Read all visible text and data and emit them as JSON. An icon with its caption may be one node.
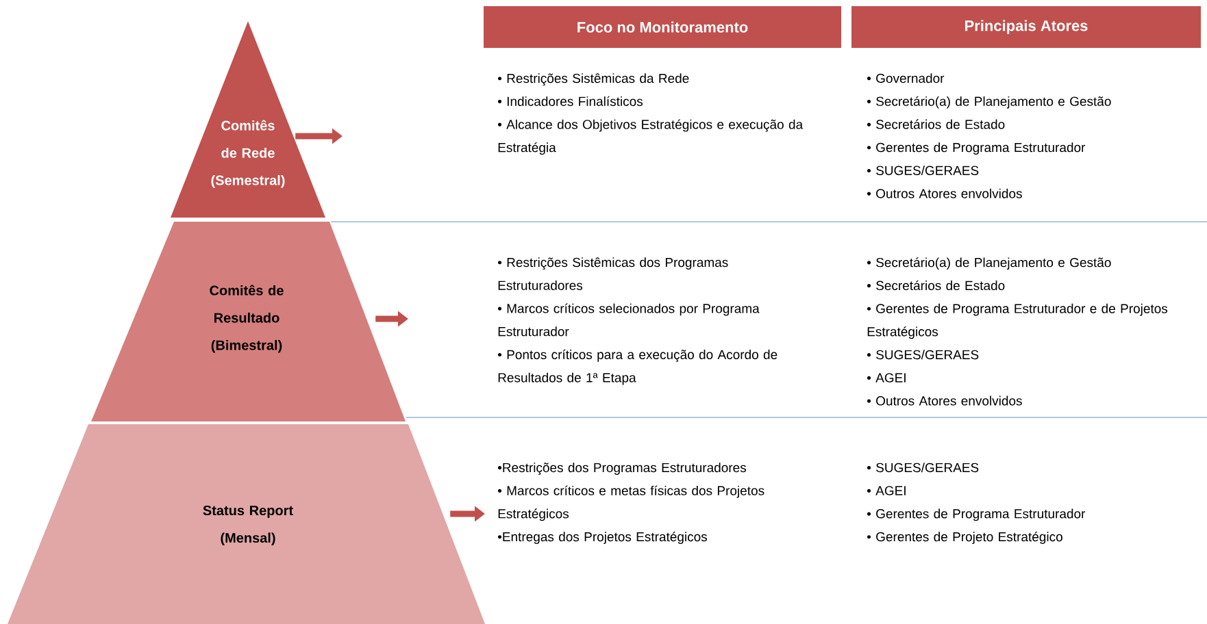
{
  "diagram": {
    "nodes": [
      {
        "text": [
          "Comitês de Rede (Semestral)"
        ]
      },
      {
        "text": [
          "Comitês de Resultado (Bimestral)"
        ]
      },
      {
        "text": [
          "Status Report (Mensal)"
        ]
      },
      {
        "text": [
          "Foco no Monitoramento"
        ]
      },
      {
        "text": [
          "Principais Atores"
        ]
      },
      {
        "text": [
          "• Restrições Sistêmicas da Rede",
          "• Indicadores Finalísticos",
          "• Alcance dos Objetivos Estratégicos e execução da Estratégia"
        ]
      },
      {
        "text": [
          "• Governador",
          "• Secretário(a) de Planejamento e Gestão",
          "• Secretários de Estado",
          "• Gerentes de Programa Estruturador",
          "• SUGES/GERAES",
          "• Outros Atores envolvidos"
        ]
      },
      {
        "text": [
          "• Restrições Sistêmicas dos Programas Estruturadores",
          "• Marcos críticos selecionados por Programa Estruturador",
          "• Pontos críticos para a execução do Acordo de Resultados de 1ª Etapa"
        ]
      },
      {
        "text": [
          "• Secretário(a) de Planejamento e Gestão",
          "• Secretários de Estado",
          "• Gerentes de Programa Estruturador e de Projetos Estratégicos",
          "• SUGES/GERAES",
          "• AGEI",
          "• Outros Atores envolvidos"
        ]
      },
      {
        "text": [
          "•Restrições dos Programas Estruturadores",
          "• Marcos críticos e metas físicas dos Projetos Estratégicos",
          "•Entregas dos Projetos Estratégicos"
        ]
      },
      {
        "text": [
          "• SUGES/GERAES",
          "• AGEI",
          "• Gerentes de Programa Estruturador",
          "• Gerentes de Projeto Estratégico"
        ]
      }
    ],
    "edges": [
      {
        "from": 0,
        "to": null,
        "arrow": "to"
      },
      {
        "from": 1,
        "to": null,
        "arrow": "to"
      },
      {
        "from": 2,
        "to": 9,
        "arrow": "to"
      }
    ]
  }
}
